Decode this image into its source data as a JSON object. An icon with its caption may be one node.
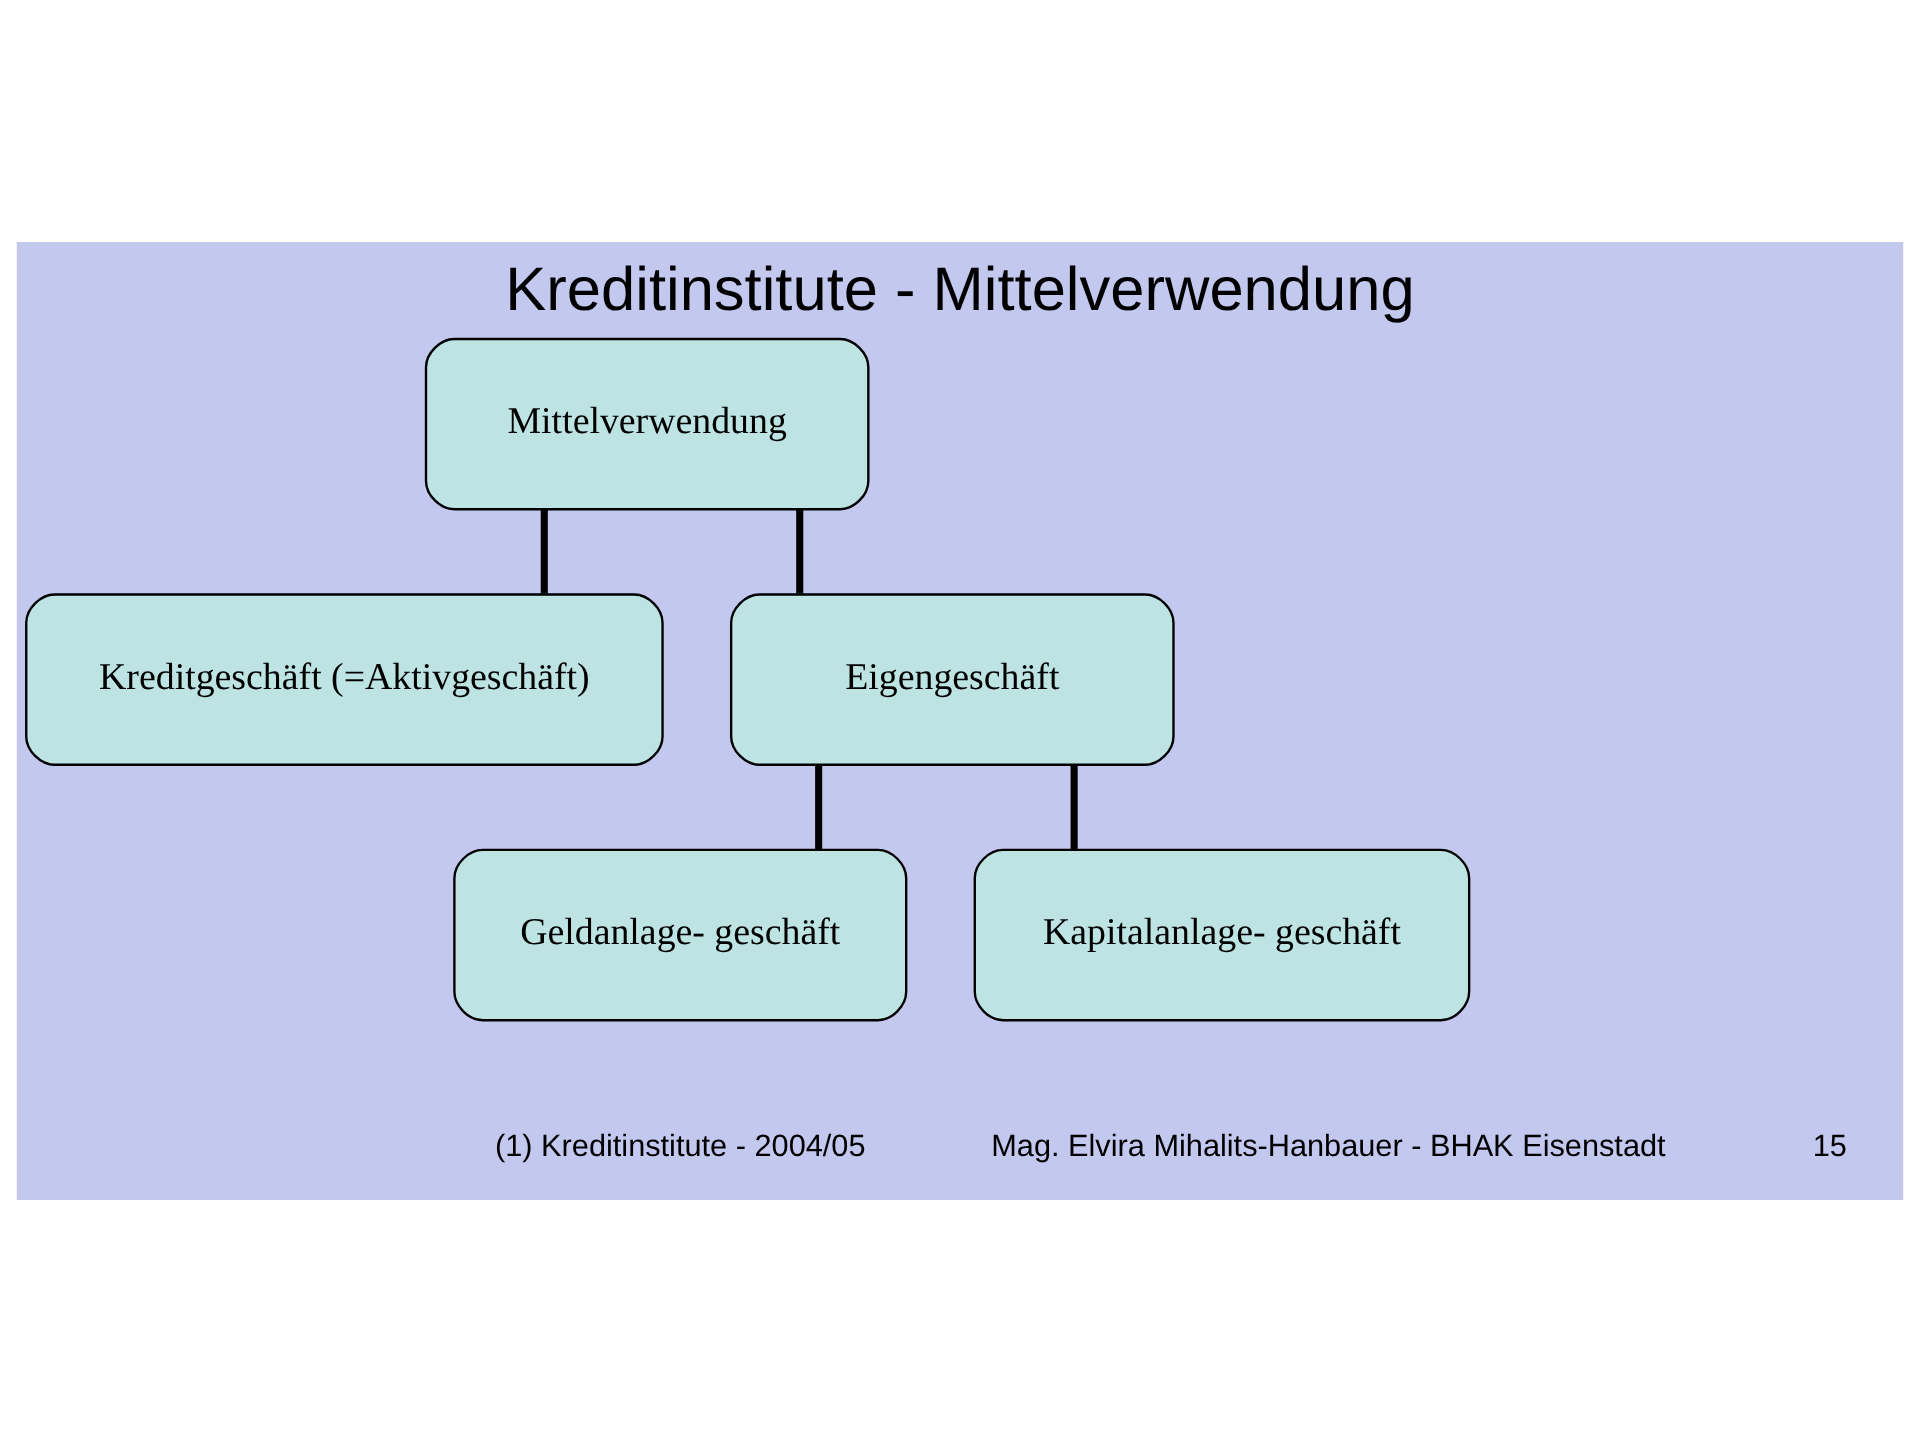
{
  "diagram": {
    "title": "Kreditinstitute - Mittelverwendung",
    "nodes": [
      {
        "text": [
          "Mittelverwendung"
        ]
      },
      {
        "text": [
          "Kreditgeschäft (=Aktivgeschäft)"
        ]
      },
      {
        "text": [
          "Eigengeschäft"
        ]
      },
      {
        "text": [
          "Geldanlage- geschäft"
        ]
      },
      {
        "text": [
          "Kapitalanlage- geschäft"
        ]
      }
    ],
    "edges": [
      {
        "from": 0,
        "to": 1,
        "arrow": "none"
      },
      {
        "from": 0,
        "to": 2,
        "arrow": "none"
      },
      {
        "from": 2,
        "to": 3,
        "arrow": "none"
      },
      {
        "from": 2,
        "to": 4,
        "arrow": "none"
      }
    ],
    "labels": [
      "(1) Kreditinstitute - 2004/05",
      "Mag. Elvira Mihalits-Hanbauer - BHAK Eisenstadt",
      "15"
    ]
  }
}
